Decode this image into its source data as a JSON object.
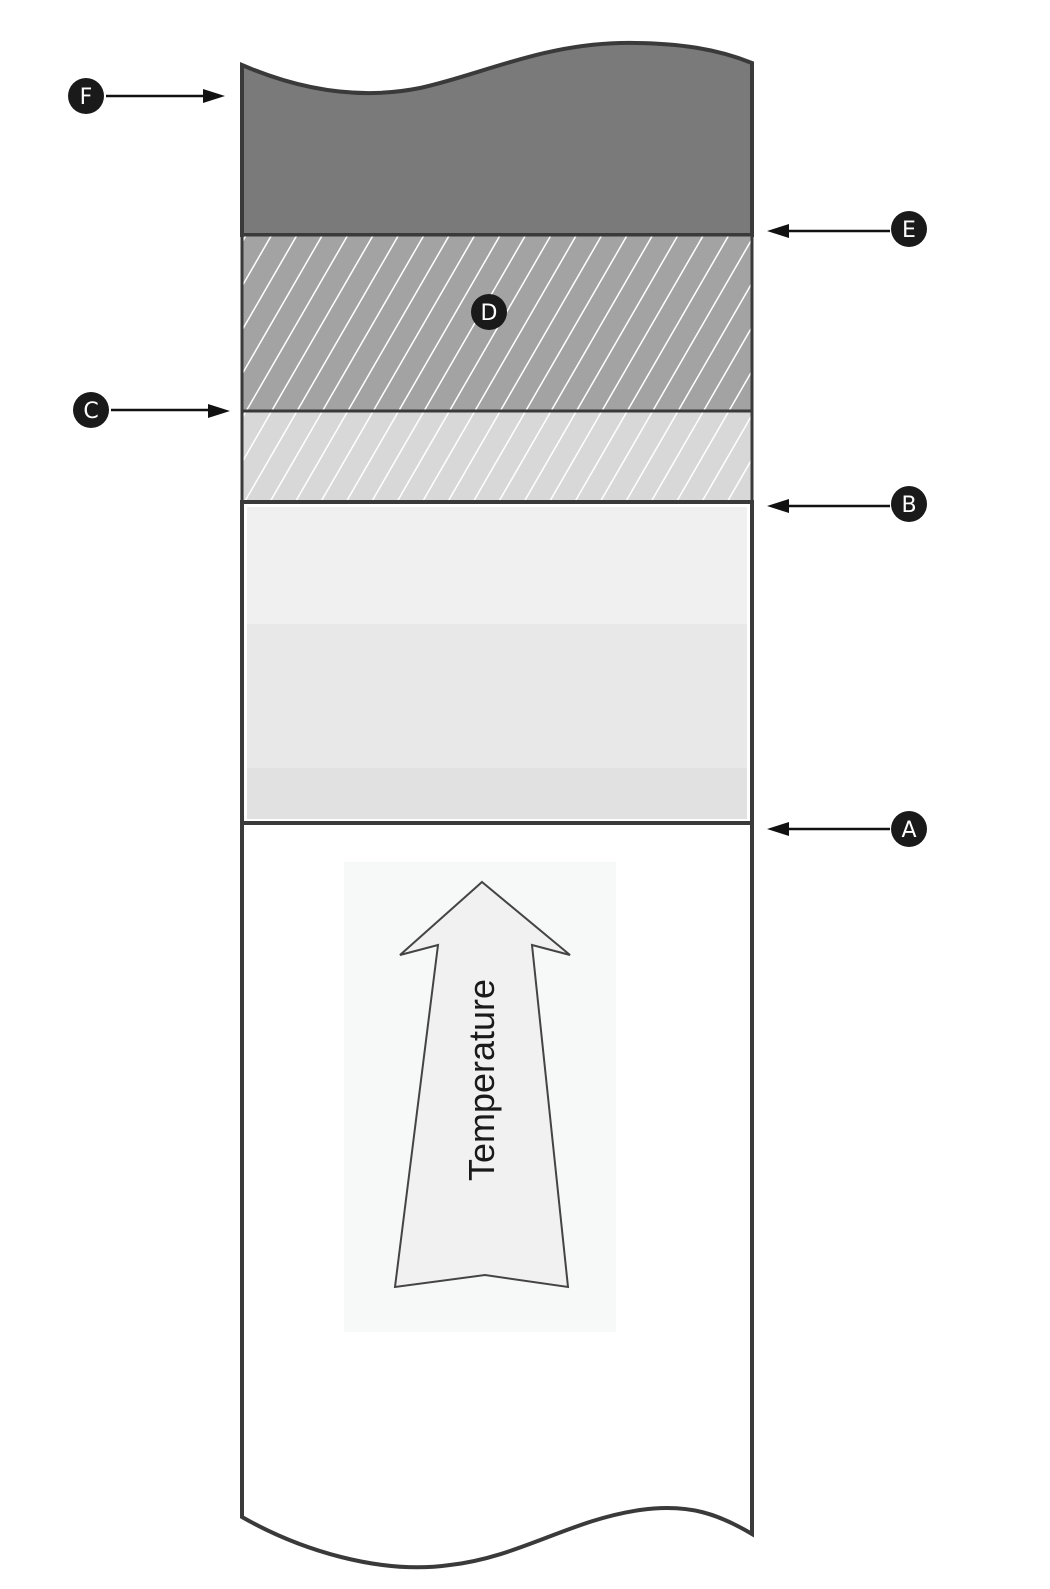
{
  "diagram": {
    "type": "layered column cross-section",
    "colors": {
      "outline": "#3a3a3a",
      "layer_f_fill": "#7a7a7a",
      "layer_d_fill": "#a3a3a3",
      "layer_c_b_fill": "#d8d8d8",
      "layer_b_a_top": "#f0f0f0",
      "layer_b_a_mid": "#e8e8e8",
      "layer_b_a_bottom": "#e1e1e1",
      "badge_fill": "#1a1a1a",
      "arrow_fill": "#f1f1f1",
      "arrow_panel": "#f7f8f8"
    },
    "labels": [
      {
        "id": "F",
        "text": "F",
        "side": "left",
        "target": "top of column (dark layer)"
      },
      {
        "id": "E",
        "text": "E",
        "side": "right",
        "target": "boundary between dark layer and hatched layer D"
      },
      {
        "id": "D",
        "text": "D",
        "side": "center",
        "target": "dark hatched layer"
      },
      {
        "id": "C",
        "text": "C",
        "side": "left",
        "target": "boundary between layer D and light hatched layer"
      },
      {
        "id": "B",
        "text": "B",
        "side": "right",
        "target": "boundary between light hatched layer and pale layer"
      },
      {
        "id": "A",
        "text": "A",
        "side": "right",
        "target": "boundary between pale layer and white region"
      }
    ],
    "arrow": {
      "label": "Temperature",
      "direction": "up"
    }
  }
}
